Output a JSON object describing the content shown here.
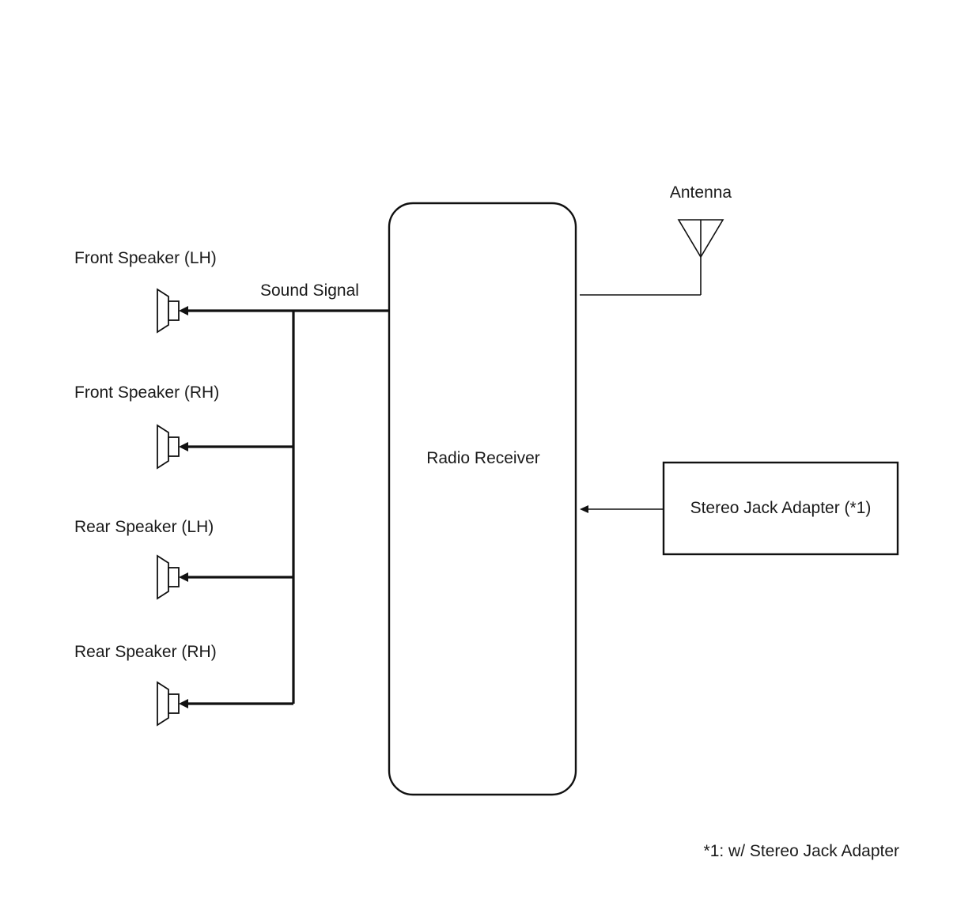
{
  "diagram": {
    "nodes": {
      "radio_receiver": "Radio Receiver",
      "antenna": "Antenna",
      "stereo_jack_adapter": "Stereo Jack Adapter (*1)",
      "front_speaker_lh": "Front Speaker (LH)",
      "front_speaker_rh": "Front Speaker (RH)",
      "rear_speaker_lh": "Rear Speaker (LH)",
      "rear_speaker_rh": "Rear Speaker (RH)"
    },
    "edges": {
      "sound_signal": "Sound Signal"
    },
    "footnote": "*1: w/ Stereo Jack Adapter"
  }
}
